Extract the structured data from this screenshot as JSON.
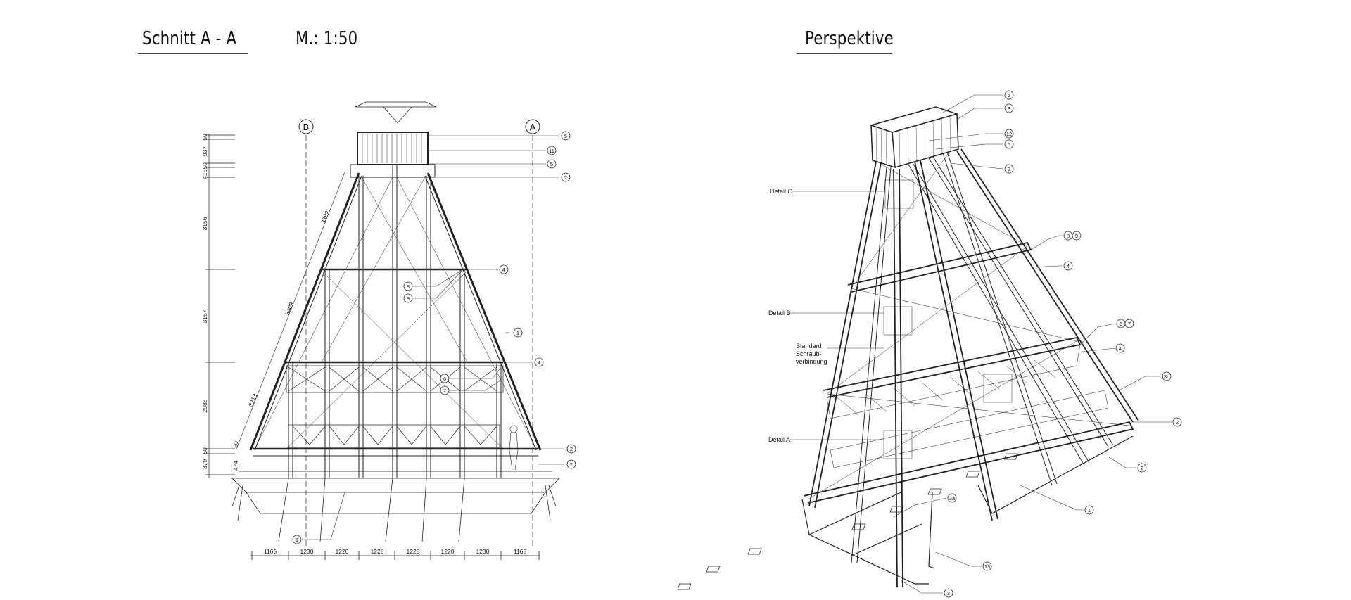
{
  "headings": {
    "section_title": "Schnitt A - A",
    "scale": "M.: 1:50",
    "perspective_title": "Perspektive"
  },
  "section": {
    "axes": [
      "B",
      "A"
    ],
    "callouts": [
      "5",
      "11",
      "5",
      "2",
      "4",
      "8",
      "9",
      "1",
      "4",
      "6",
      "7",
      "2",
      "2",
      "1"
    ],
    "bottom_dimensions": [
      "1165",
      "1230",
      "1220",
      "1228",
      "1228",
      "1220",
      "1230",
      "1165"
    ],
    "vertical_dimensions": [
      "50",
      "937",
      "41550",
      "3156",
      "3157",
      "2988",
      "50",
      "379",
      "50",
      "474"
    ],
    "slope_dimensions": [
      "3382",
      "3409",
      "3213"
    ]
  },
  "perspective": {
    "details": [
      "Detail C",
      "Detail B",
      "Standard",
      "Schraub-",
      "verbindung",
      "Detail A"
    ],
    "callouts": [
      "5",
      "3",
      "12",
      "5",
      "2",
      "8",
      "9",
      "4",
      "6",
      "7",
      "4",
      "3b",
      "2",
      "2",
      "1",
      "3a",
      "13",
      "3"
    ]
  }
}
